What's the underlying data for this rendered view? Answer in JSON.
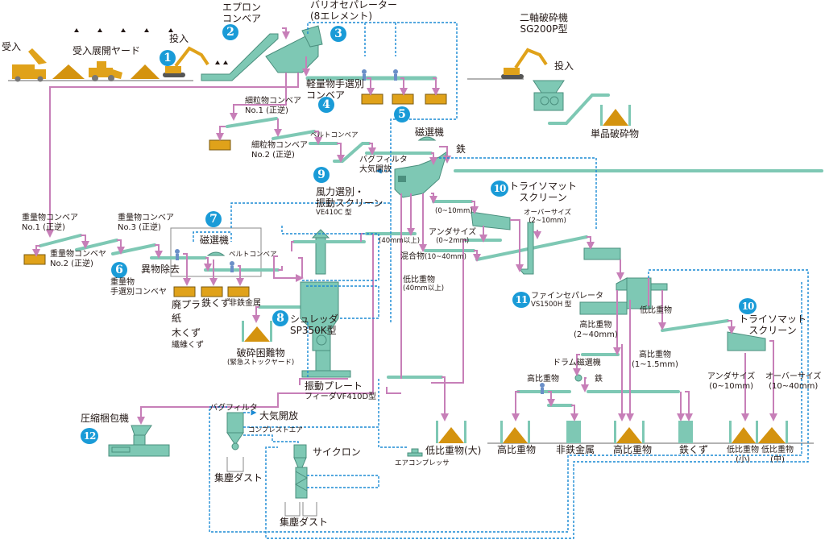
{
  "title": "Waste sorting and crushing plant process flow",
  "colors": {
    "machine": "#7ec8b4",
    "machine_stroke": "#4b8f7e",
    "material": "#d4930f",
    "container": "#e0a21a",
    "flow": "#c77fb8",
    "air": "#1a8ad4",
    "badge": "#1a9bd7",
    "ground": "#9a9a9a"
  },
  "badges": [
    "1",
    "2",
    "3",
    "4",
    "5",
    "6",
    "7",
    "8",
    "9",
    "10",
    "11",
    "10",
    "12"
  ],
  "labels": {
    "receiving": "受入",
    "receiving_yard": "受入展開ヤード",
    "input_1": "投入",
    "apron_conveyor": [
      "エプロン",
      "コンベア"
    ],
    "vario_separator": [
      "バリオセパレーター",
      "(8エレメント)"
    ],
    "light_sort_conveyor": [
      "軽量物手選別",
      "コンベア"
    ],
    "twin_shaft_crusher": [
      "二軸破砕機",
      "SG200P型"
    ],
    "input_2": "投入",
    "single_crushed": "単品破砕物",
    "fine_conveyor_1": [
      "細粒物コンベア",
      "No.1 (正逆)"
    ],
    "fine_conveyor_2": [
      "細粒物コンベア",
      "No.2 (正逆)"
    ],
    "belt_conveyor_a": "ベルトコンベア",
    "magnetic_sep_a": "磁選機",
    "iron_a": "鉄",
    "bag_filter_vent_a": [
      "バグフィルタ",
      "大気開放"
    ],
    "air_vibrating_screen": [
      "風力選別・",
      "振動スクリーン",
      "VE410C 型"
    ],
    "trommel_1": [
      "トライソマット",
      "スクリーン"
    ],
    "size_0_10": "(0~10mm)",
    "oversize_2_10": [
      "オーバーサイズ",
      "(2~10mm)"
    ],
    "undersize_0_2": [
      "アンダサイズ",
      "(0~2mm)"
    ],
    "over_40": "(40mm以上)",
    "mixed_10_40": [
      "混合物",
      "(10~40mm)"
    ],
    "low_density_40": [
      "低比重物",
      "(40mm以上)"
    ],
    "fine_separator": [
      "ファインセパレータ",
      "VS1500H 型"
    ],
    "low_density_a": "低比重物",
    "high_density_2_40": [
      "高比重物",
      "(2~40mm)"
    ],
    "high_density_1_15": [
      "高比重物",
      "(1~1.5mm)"
    ],
    "drum_magnet": "ドラム磁選機",
    "iron_b": "鉄",
    "high_density_b": "高比重物",
    "trommel_2": [
      "トライソマット",
      "スクリーン"
    ],
    "undersize_0_10": [
      "アンダサイズ",
      "(0~10mm)"
    ],
    "oversize_10_40": [
      "オーバーサイズ",
      "(10~40mm)"
    ],
    "heavy_conveyor_1": [
      "重量物コンベア",
      "No.1 (正逆)"
    ],
    "heavy_conveyor_2": [
      "重量物コンベヤ",
      "No.2 (正逆)"
    ],
    "heavy_conveyor_3": [
      "重量物コンベア",
      "No.3 (正逆)"
    ],
    "foreign_removal": "異物除去",
    "heavy_hand_sort": [
      "重量物",
      "手選別コンベヤ"
    ],
    "magnetic_sep_b": "磁選機",
    "belt_conveyor_b": "ベルトコンベア",
    "waste_plastic_etc": [
      "廃プラ",
      "紙",
      "木くず",
      "繊維くず"
    ],
    "iron_scrap_a": "鉄くず",
    "nonferrous_a": "非鉄金属",
    "hard_to_crush": [
      "破砕困難物",
      "(緊急ストックヤード)"
    ],
    "shredder": [
      "シュレッダ",
      "SP350K型"
    ],
    "vib_plate_feeder": [
      "振動プレート",
      "フィーダVF410D型"
    ],
    "baler": "圧縮梱包機",
    "bag_filter_b": "バグフィルタ",
    "vent_b": "大気開放",
    "compressed_air": "コンプレストエア",
    "dust_a": "集塵ダスト",
    "cyclone": "サイクロン",
    "dust_b": "集塵ダスト",
    "air_compressor": "エアコンプレッサ",
    "low_density_large": "低比重物(大)",
    "out_high_density_1": "高比重物",
    "out_nonferrous": "非鉄金属",
    "out_high_density_2": "高比重物",
    "out_iron_scrap": "鉄くず",
    "out_low_density_small": [
      "低比重物",
      "(小)"
    ],
    "out_low_density_mid": [
      "低比重物",
      "(中)"
    ]
  }
}
